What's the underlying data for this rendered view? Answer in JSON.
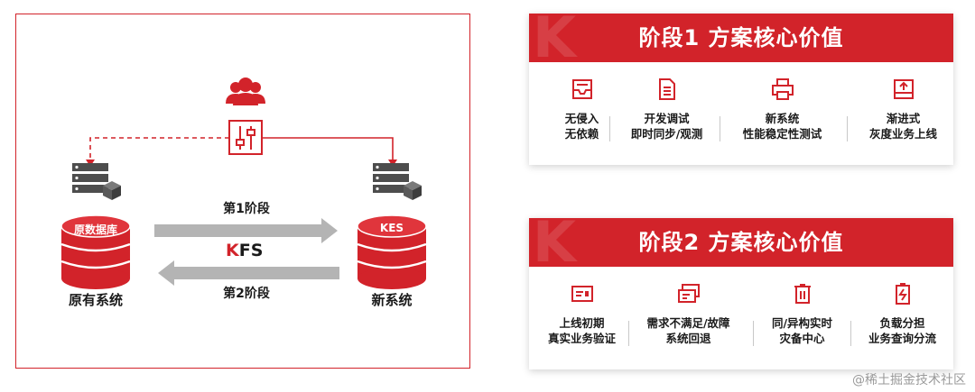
{
  "colors": {
    "accent": "#d2232a",
    "arrow_gray": "#b4b4b4",
    "server_gray": "#4d4d4d"
  },
  "diagram": {
    "users_icon": "users-icon",
    "switch_icon": "sliders-icon",
    "stage1_label": "第1阶段",
    "stage2_label": "第2阶段",
    "kfs_k": "K",
    "kfs_rest": "FS",
    "old_db_label": "原数据库",
    "new_db_label": "KES",
    "old_system_label": "原有系统",
    "new_system_label": "新系统"
  },
  "panel1": {
    "deco": "K",
    "title": "阶段1  方案核心价值",
    "items": [
      {
        "icon": "inbox-icon",
        "line1": "无侵入",
        "line2": "无依赖"
      },
      {
        "icon": "document-icon",
        "line1": "开发调试",
        "line2": "即时同步/观测"
      },
      {
        "icon": "printer-icon",
        "line1": "新系统",
        "line2": "性能稳定性测试"
      },
      {
        "icon": "upload-box-icon",
        "line1": "渐进式",
        "line2": "灰度业务上线"
      }
    ]
  },
  "panel2": {
    "deco": "K",
    "title": "阶段2  方案核心价值",
    "items": [
      {
        "icon": "card-icon",
        "line1": "上线初期",
        "line2": "真实业务验证"
      },
      {
        "icon": "cards-icon",
        "line1": "需求不满足/故障",
        "line2": "系统回退"
      },
      {
        "icon": "trash-icon",
        "line1": "同/异构实时",
        "line2": "灾备中心"
      },
      {
        "icon": "battery-icon",
        "line1": "负载分担",
        "line2": "业务查询分流"
      }
    ]
  },
  "watermark": "@稀土掘金技术社区"
}
